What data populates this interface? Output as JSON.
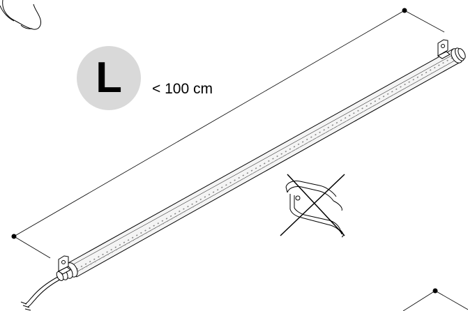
{
  "size_badge": {
    "letter": "L",
    "length_label": "< 100 cm"
  },
  "colors": {
    "line": "#000000",
    "badge_fill": "#d9d9d9",
    "tube_fill": "#f4f4f4",
    "background": "#ffffff"
  },
  "icons": [
    "led-tube-light",
    "dimension-line",
    "mounting-clip",
    "no-clamp-crossed-icon",
    "power-cable"
  ]
}
